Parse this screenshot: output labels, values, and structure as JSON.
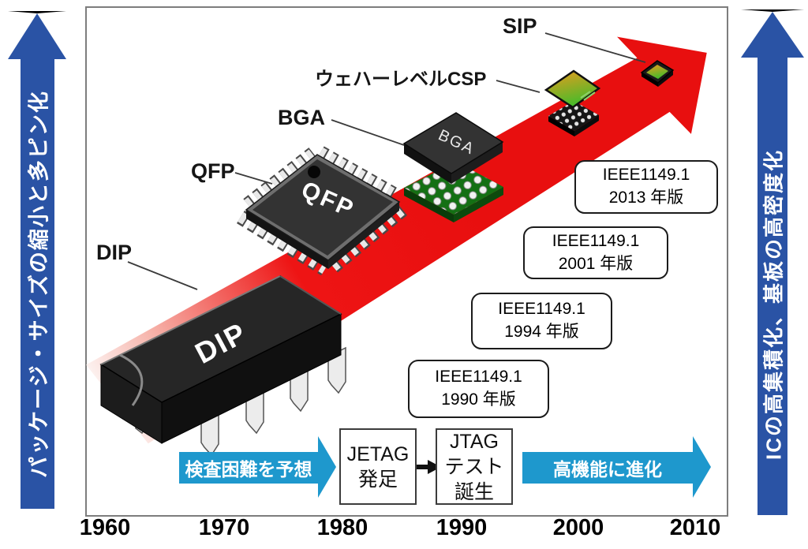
{
  "side_arrows": {
    "left": "パッケージ・サイズの縮小と多ピン化",
    "right": "ICの高集積化、基板の高密度化"
  },
  "packages": [
    {
      "label": "DIP",
      "chip_text": "DIP"
    },
    {
      "label": "QFP",
      "chip_text": "QFP"
    },
    {
      "label": "BGA",
      "chip_text": "BGA"
    },
    {
      "label": "ウェハーレベルCSP",
      "chip_text": ""
    },
    {
      "label": "SIP",
      "chip_text": ""
    }
  ],
  "standards": [
    {
      "name": "IEEE1149.1",
      "edition": "2013 年版"
    },
    {
      "name": "IEEE1149.1",
      "edition": "2001 年版"
    },
    {
      "name": "IEEE1149.1",
      "edition": "1994 年版"
    },
    {
      "name": "IEEE1149.1",
      "edition": "1990 年版"
    }
  ],
  "flow": {
    "predict": "検査困難を予想",
    "jetag": [
      "JETAG",
      "発足"
    ],
    "jtag": [
      "JTAG",
      "テスト",
      "誕生"
    ],
    "evolve": "高機能に進化"
  },
  "axis": {
    "years": [
      "1960",
      "1970",
      "1980",
      "1990",
      "2000",
      "2010"
    ]
  },
  "colors": {
    "side_arrow_blue": "#2a53a5",
    "flow_arrow_blue": "#1e98cd",
    "trend_arrow_red": "#ee1414",
    "bga_board_green": "#147014",
    "csp_orange": "#eb9b1e",
    "csp_green": "#47bb2a"
  }
}
